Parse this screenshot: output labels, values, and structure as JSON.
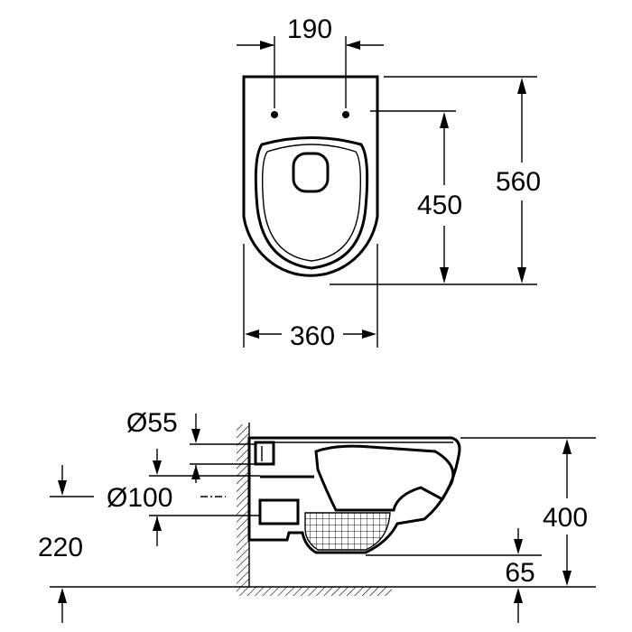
{
  "dimensions": {
    "fixing_spacing": "190",
    "fixing_to_front": "450",
    "total_length": "560",
    "total_width": "360",
    "drain_diameter": "Ø55",
    "outlet_diameter": "Ø100",
    "outlet_height": "220",
    "total_height": "400",
    "bowl_bottom": "65"
  }
}
